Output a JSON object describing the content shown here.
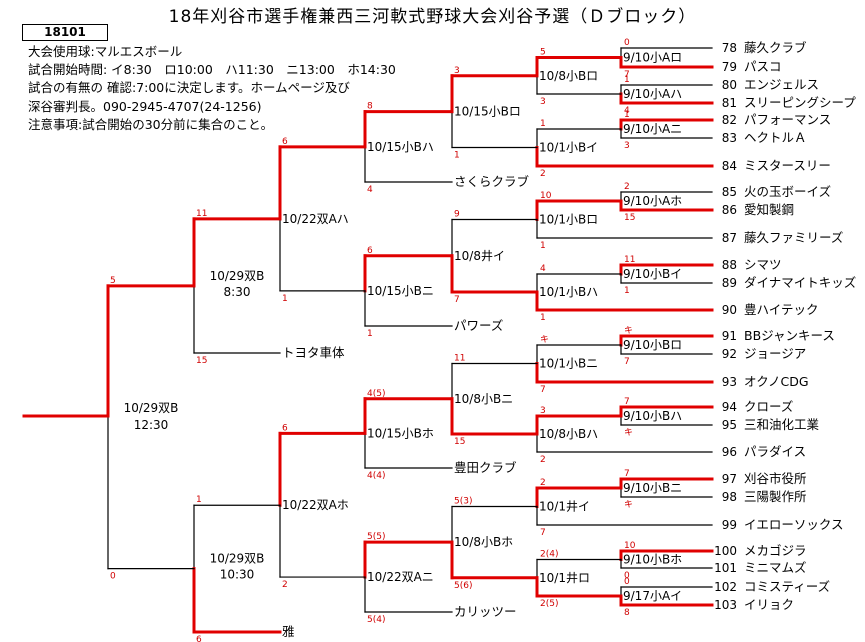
{
  "title": "18年刈谷市選手権兼西三河軟式野球大会刈谷予選（Ｄブロック）",
  "id_box": "18101",
  "info": {
    "line1": "大会使用球:マルエスボール",
    "line2": "試合開始時間: イ8:30　ロ10:00　ハ11:30　ニ13:00　ホ14:30",
    "line3": "試合の有無の 確認:7:00に決定します。ホームページ及び",
    "line4": "深谷審判長。090-2945-4707(24-1256)",
    "line5": "注意事項:試合開始の30分前に集合のこと。"
  },
  "teams": [
    {
      "num": "78",
      "name": "藤久クラブ"
    },
    {
      "num": "79",
      "name": "パスコ"
    },
    {
      "num": "80",
      "name": "エンジェルス"
    },
    {
      "num": "81",
      "name": "スリーピングシープ"
    },
    {
      "num": "82",
      "name": "パフォーマンス"
    },
    {
      "num": "83",
      "name": "ヘクトルＡ"
    },
    {
      "num": "84",
      "name": "ミスタースリー"
    },
    {
      "num": "85",
      "name": "火の玉ボーイズ"
    },
    {
      "num": "86",
      "name": "愛知製鋼"
    },
    {
      "num": "87",
      "name": "藤久ファミリーズ"
    },
    {
      "num": "88",
      "name": "シマツ"
    },
    {
      "num": "89",
      "name": "ダイナマイトキッズ"
    },
    {
      "num": "90",
      "name": "豊ハイテック"
    },
    {
      "num": "91",
      "name": "BBジャンキース"
    },
    {
      "num": "92",
      "name": "ジョージア"
    },
    {
      "num": "93",
      "name": "オクノCDG"
    },
    {
      "num": "94",
      "name": "クローズ"
    },
    {
      "num": "95",
      "name": "三和油化工業"
    },
    {
      "num": "96",
      "name": "パラダイス"
    },
    {
      "num": "97",
      "name": "刈谷市役所"
    },
    {
      "num": "98",
      "name": "三陽製作所"
    },
    {
      "num": "99",
      "name": "イエローソックス"
    },
    {
      "num": "100",
      "name": "メカゴジラ"
    },
    {
      "num": "101",
      "name": "ミニマムズ"
    },
    {
      "num": "102",
      "name": "コミスティーズ"
    },
    {
      "num": "103",
      "name": "イリョク"
    }
  ],
  "inner_teams": {
    "sakura": "さくらクラブ",
    "powers": "パワーズ",
    "toyota": "トヨタ車体",
    "toyoda": "豊田クラブ",
    "karitsu": "カリッツー",
    "miyabi": "雅"
  },
  "matches": {
    "m_78_79": "9/10小Aロ",
    "m_80_81": "9/10小Aハ",
    "m_82_83": "9/10小Aニ",
    "m_85_86": "9/10小Aホ",
    "m_88_89": "9/10小Bイ",
    "m_91_92": "9/10小Bロ",
    "m_94_95": "9/10小Bハ",
    "m_97_98": "9/10小Bニ",
    "m_100_101": "9/10小Bホ",
    "m_102_103": "9/17小Aイ",
    "r2_a": "10/8小Bロ",
    "r2_b": "10/1小Bイ",
    "r2_c": "10/1小Bロ",
    "r2_d": "10/1小Bハ",
    "r2_e": "10/1小Bニ",
    "r2_f": "10/8小Bハ",
    "r2_g": "10/1井イ",
    "r2_h": "10/1井ロ",
    "r3_a": "10/15小Bロ",
    "r3_b": "10/8井イ",
    "r3_c": "10/8小Bニ",
    "r3_d": "10/8小Bホ",
    "r4_a": "10/15小Bハ",
    "r4_b": "10/15小Bニ",
    "r4_c": "10/15小Bホ",
    "r4_d": "10/22双Aニ",
    "r5_a": "10/22双Aハ",
    "r5_b": "10/22双Aホ",
    "sf_top": "10/29双B",
    "sf_top_time": "8:30",
    "sf_bot": "10/29双B",
    "sf_bot_time": "10:30",
    "final": "10/29双B",
    "final_time": "12:30"
  },
  "scores": {
    "s78": "0",
    "s79": "7",
    "s80": "1",
    "s81": "4",
    "s82": "1",
    "s83": "3",
    "s85": "2",
    "s86": "15",
    "s88": "11",
    "s89": "1",
    "s91": "キ",
    "s92": "7",
    "s94": "7",
    "s95": "キ",
    "s97": "7",
    "s98": "キ",
    "s100": "10",
    "s101": "0",
    "s102": "0",
    "s103": "8",
    "ra1": "5",
    "ra2": "3",
    "rb1": "1",
    "rb2": "2",
    "rc1": "10",
    "rc2": "1",
    "rd1": "4",
    "rd2": "1",
    "re1": "キ",
    "re2": "7",
    "rf1": "3",
    "rf2": "2",
    "rg1": "2",
    "rg2": "7",
    "rh1": "2(4)",
    "rh2": "2(5)",
    "q1": "3",
    "q2": "1",
    "q3": "9",
    "q4": "7",
    "q5": "11",
    "q6": "15",
    "q7": "5(3)",
    "q8": "5(6)",
    "p1": "8",
    "p2": "4",
    "p3": "6",
    "p4": "1",
    "p5": "4(5)",
    "p6": "4(4)",
    "p7": "5(5)",
    "p8": "5(4)",
    "o1": "6",
    "o2": "1",
    "o3": "6",
    "o4": "2",
    "n1": "11",
    "n2": "15",
    "n3": "1",
    "n4": "6",
    "f1": "5",
    "f2": "0"
  }
}
